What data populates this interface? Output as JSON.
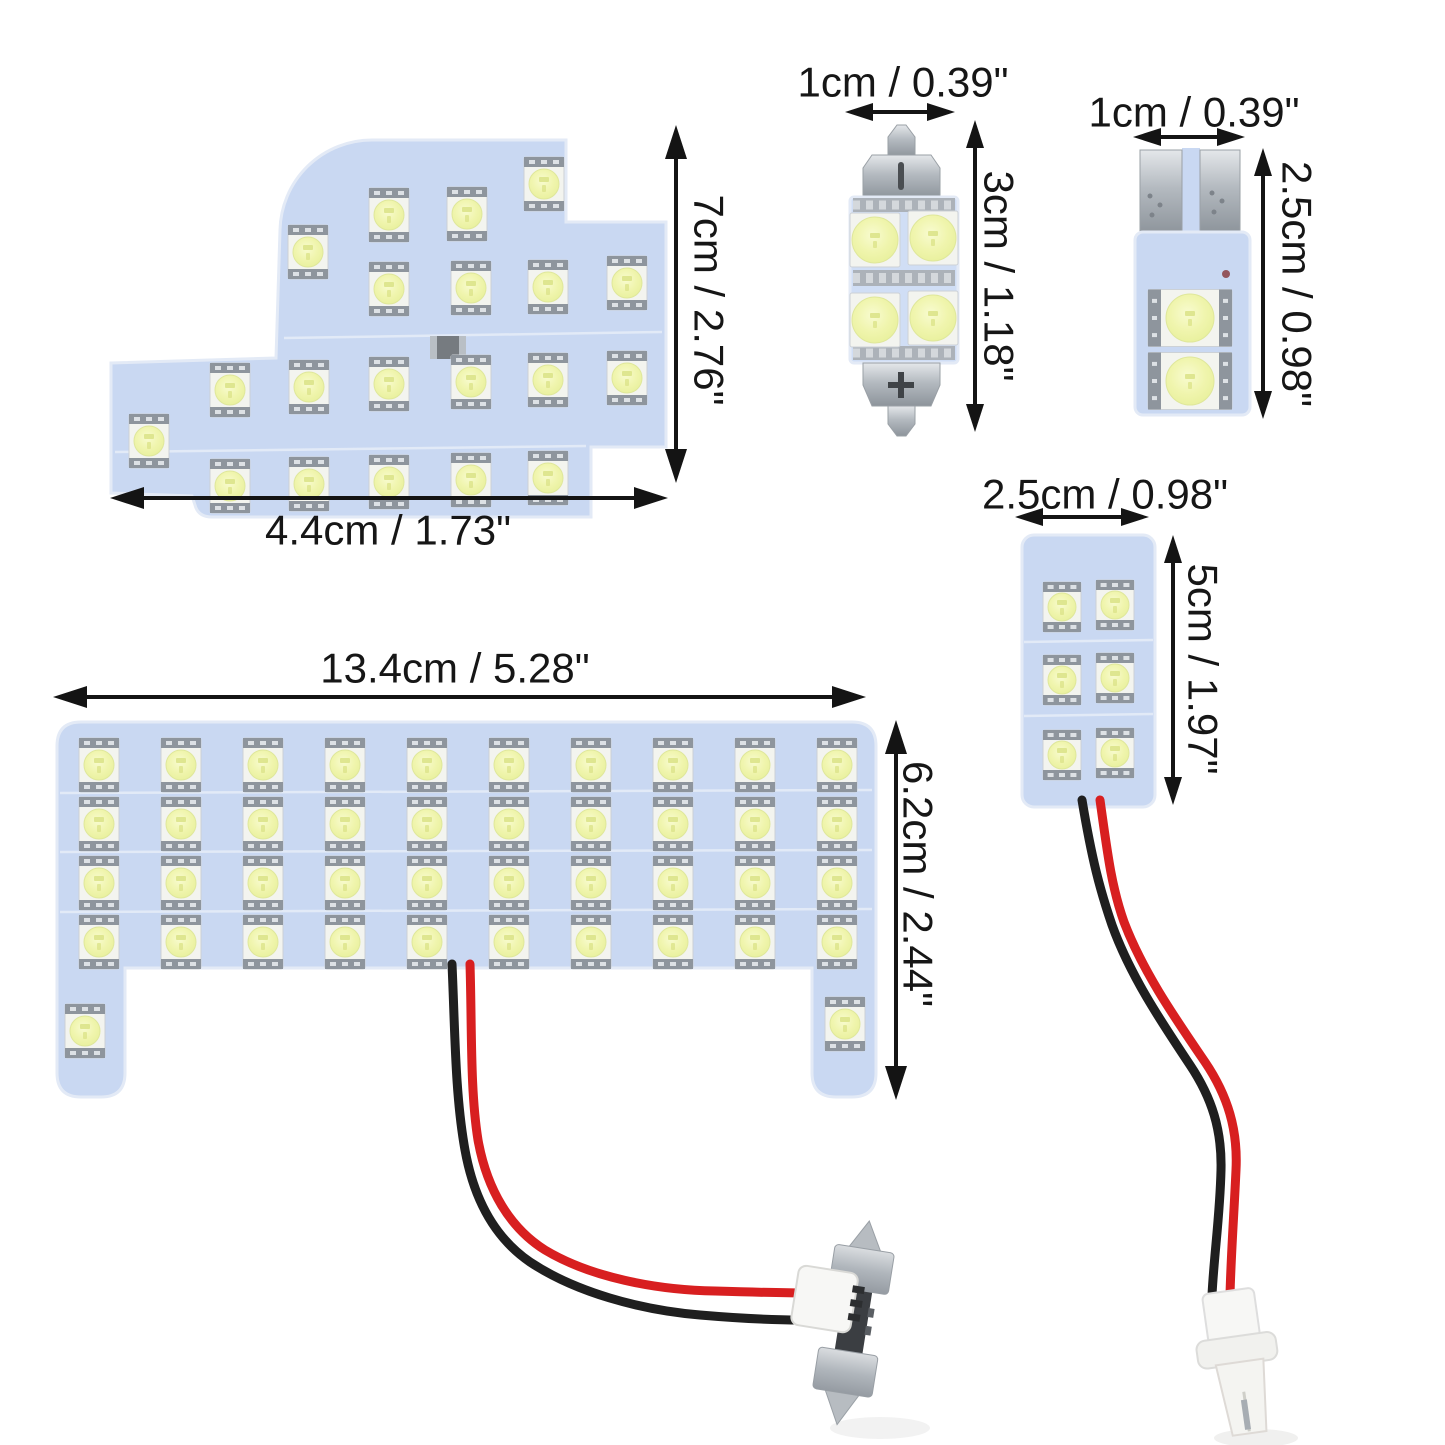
{
  "figure": {
    "description_visible_text_only": true,
    "boards": {
      "shaped": {
        "width_label": "4.4cm / 1.73\"",
        "height_label": "7cm / 2.76\"",
        "led_count": 20
      },
      "festoon": {
        "width_label": "1cm / 0.39\"",
        "height_label": "3cm / 1.18\"",
        "led_count": 4,
        "polarity_top": "-",
        "polarity_bottom": "+"
      },
      "t10": {
        "width_label": "1cm / 0.39\"",
        "height_label": "2.5cm / 0.98\"",
        "led_count": 2
      },
      "small": {
        "width_label": "2.5cm / 0.98\"",
        "height_label": "5cm / 1.97\"",
        "led_count": 6,
        "grid": "3 x 2"
      },
      "large": {
        "width_label": "13.4cm / 5.28\"",
        "height_label": "6.2cm / 2.44\"",
        "led_count": 42,
        "grid": "4 x 10 + 2 on legs"
      }
    },
    "colors": {
      "background": "#ffffff",
      "annotation": "#141414",
      "pcb": "#c9d8f2",
      "pcb_light": "#d0def5",
      "led_base": "#f3f4ef",
      "led_contact": "#8e959d",
      "led_contact_dot": "#dde1e5",
      "led_phosphor": "#eef3a6",
      "metal": "#b6bcc2",
      "wire_red": "#d81f20",
      "wire_black": "#1f1f1f",
      "connector_white": "#f7f7f5",
      "adapter_bar": "#3b3e42"
    }
  }
}
